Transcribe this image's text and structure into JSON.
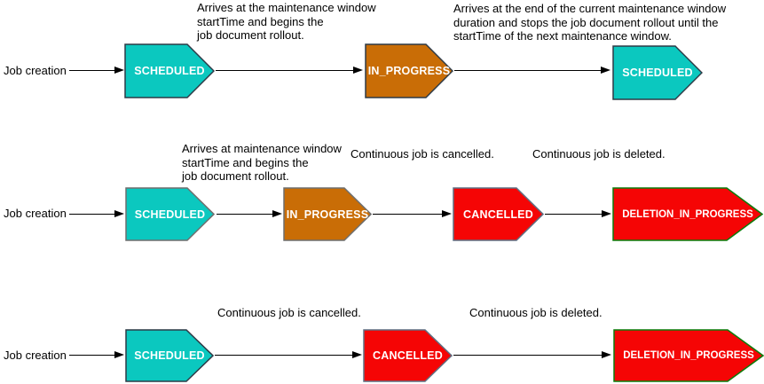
{
  "diagram": {
    "background_color": "#ffffff",
    "arrow_color": "#000000",
    "state_colors": {
      "scheduled_fill": "#0bc8bf",
      "in_progress_fill": "#c96d06",
      "cancelled_fill": "#f50505",
      "deletion_fill": "#f50505",
      "dark_border": "#2d3a46",
      "gray_border": "#6e6e6e",
      "cancelled_border": "#5f6f82",
      "deletion_border": "#0b7d0b"
    },
    "rows": [
      {
        "source_label": "Job creation",
        "nodes": [
          {
            "label": "SCHEDULED",
            "fill": "#0bc8bf",
            "stroke": "#2d3a46"
          },
          {
            "label": "IN_PROGRESS",
            "fill": "#c96d06",
            "stroke": "#2d3a46"
          },
          {
            "label": "SCHEDULED",
            "fill": "#0bc8bf",
            "stroke": "#2d3a46"
          }
        ],
        "annotations": [
          {
            "text": "Arrives at the maintenance window\nstartTime and begins the\njob document rollout."
          },
          {
            "text": "Arrives at the end of the current maintenance window\nduration and stops the job document rollout until the\nstartTime of the next maintenance window."
          }
        ]
      },
      {
        "source_label": "Job creation",
        "nodes": [
          {
            "label": "SCHEDULED",
            "fill": "#0bc8bf",
            "stroke": "#6e6e6e"
          },
          {
            "label": "IN_PROGRESS",
            "fill": "#c96d06",
            "stroke": "#6e6e6e"
          },
          {
            "label": "CANCELLED",
            "fill": "#f50505",
            "stroke": "#5f6f82"
          },
          {
            "label": "DELETION_IN_PROGRESS",
            "fill": "#f50505",
            "stroke": "#0b7d0b"
          }
        ],
        "annotations": [
          {
            "text": "Arrives at maintenance window\nstartTime and begins the\njob document rollout."
          },
          {
            "text": "Continuous job is cancelled."
          },
          {
            "text": "Continuous job is deleted."
          }
        ]
      },
      {
        "source_label": "Job creation",
        "nodes": [
          {
            "label": "SCHEDULED",
            "fill": "#0bc8bf",
            "stroke": "#2d3a46"
          },
          {
            "label": "CANCELLED",
            "fill": "#f50505",
            "stroke": "#5f6f82"
          },
          {
            "label": "DELETION_IN_PROGRESS",
            "fill": "#f50505",
            "stroke": "#0b7d0b"
          }
        ],
        "annotations": [
          {
            "text": "Continuous job is cancelled."
          },
          {
            "text": "Continuous job is deleted."
          }
        ]
      }
    ]
  }
}
